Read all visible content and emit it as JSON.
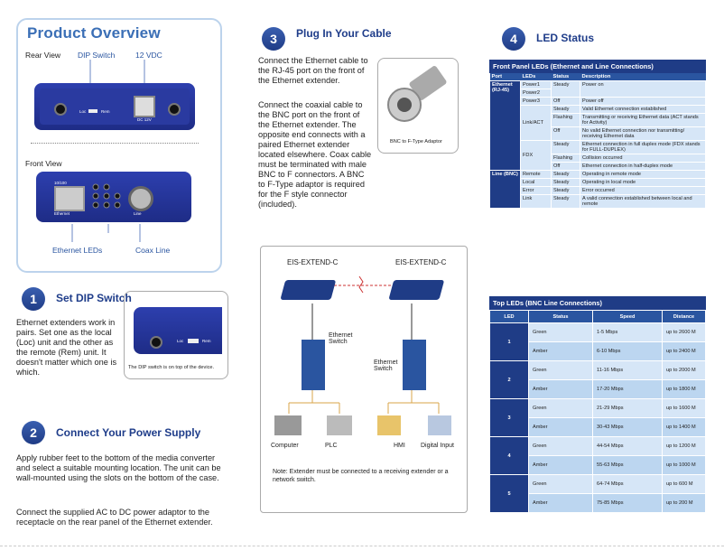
{
  "overview": {
    "title": "Product Overview",
    "rear_view": "Rear View",
    "dip_switch": "DIP Switch",
    "vdc": "12 VDC",
    "front_view": "Front View",
    "ethernet_leds": "Ethernet LEDs",
    "coax_line": "Coax Line",
    "rear_loc": "Loc",
    "rear_rem": "Rem",
    "rear_dc": "DC 12V",
    "front_port_num": "10/100",
    "front_ethernet": "Ethernet",
    "front_line": "Line"
  },
  "step1": {
    "num": "1",
    "title": "Set DIP Switch",
    "text": "Ethernet extenders work in pairs. Set one as the local (Loc) unit and the other as the remote (Rem) unit. It doesn't matter which one is which.",
    "caption": "The DIP switch is on top of the device.",
    "loc": "Loc",
    "rem": "Rem"
  },
  "step2": {
    "num": "2",
    "title": "Connect Your Power Supply",
    "text1": "Apply rubber feet to the bottom of the media converter and select a suitable mounting location. The unit can be wall-mounted using the slots on the bottom of the case.",
    "text2": "Connect the supplied AC to DC power adaptor to the receptacle on the rear panel of the Ethernet extender."
  },
  "step3": {
    "num": "3",
    "title": "Plug In Your Cable",
    "text1": "Connect the Ethernet cable to the RJ-45 port on the front of the Ethernet extender.",
    "text2": "Connect the coaxial cable to the BNC port on the front of the Ethernet extender. The opposite end connects with a paired Ethernet extender located elsewhere. Coax cable must be terminated with male BNC to F connectors. A BNC to F-Type adaptor is required for the F style connector (included).",
    "adaptor_caption": "BNC to F-Type Adaptor",
    "diagram": {
      "left_title": "EIS-EXTEND-C",
      "right_title": "EIS-EXTEND-C",
      "switch_left": "Ethernet Switch",
      "switch_right": "Ethernet Switch",
      "devices": [
        "Computer",
        "PLC",
        "HMI",
        "Digital Input"
      ],
      "note": "Note: Extender must be connected to a receiving extender or a network switch."
    }
  },
  "step4": {
    "num": "4",
    "title": "LED Status",
    "front_table": {
      "title": "Front Panel LEDs (Ethernet and Line Connections)",
      "headers": [
        "Port",
        "LEDs",
        "Status",
        "Description"
      ],
      "eth_port": "Ethernet (RJ-45)",
      "line_port": "Line (BNC)",
      "power": [
        "Power1",
        "Power2",
        "Power3"
      ],
      "power_rows": [
        [
          "Steady",
          "Power on"
        ],
        [
          "Off",
          "Power off"
        ]
      ],
      "link": "Link/ACT",
      "link_rows": [
        [
          "Steady",
          "Valid Ethernet connection established"
        ],
        [
          "Flashing",
          "Transmitting or receiving Ethernet data (ACT stands for Activity)"
        ],
        [
          "Off",
          "No valid Ethernet connection nor transmitting/ receiving Ethernet data"
        ]
      ],
      "fdx": "FDX",
      "fdx_rows": [
        [
          "Steady",
          "Ethernet connection in full duplex mode (FDX stands for FULL-DUPLEX)"
        ],
        [
          "Flashing",
          "Collision occurred"
        ],
        [
          "Off",
          "Ethernet connection in half-duplex mode"
        ]
      ],
      "line_rows": [
        [
          "Remote",
          "Steady",
          "Operating in remote mode"
        ],
        [
          "Local",
          "Steady",
          "Operating in local mode"
        ],
        [
          "Error",
          "Steady",
          "Error occurred"
        ]
      ],
      "link2": "Link",
      "link2_rows": [
        [
          "Steady",
          "A valid connection established between local and remote"
        ]
      ]
    },
    "top_table": {
      "title": "Top LEDs (BNC Line Connections)",
      "headers": [
        "LED",
        "Status",
        "Speed",
        "Distance"
      ],
      "rows": [
        {
          "led": "1",
          "items": [
            [
              "Green",
              "1-5 Mbps",
              "up to 2600 M"
            ],
            [
              "Amber",
              "6-10 Mbps",
              "up to 2400 M"
            ]
          ]
        },
        {
          "led": "2",
          "items": [
            [
              "Green",
              "11-16 Mbps",
              "up to 2000 M"
            ],
            [
              "Amber",
              "17-20 Mbps",
              "up to 1800 M"
            ]
          ]
        },
        {
          "led": "3",
          "items": [
            [
              "Green",
              "21-29 Mbps",
              "up to 1600 M"
            ],
            [
              "Amber",
              "30-43 Mbps",
              "up to 1400 M"
            ]
          ]
        },
        {
          "led": "4",
          "items": [
            [
              "Green",
              "44-54 Mbps",
              "up to 1200 M"
            ],
            [
              "Amber",
              "55-63 Mbps",
              "up to 1000 M"
            ]
          ]
        },
        {
          "led": "5",
          "items": [
            [
              "Green",
              "64-74 Mbps",
              "up to 600 M"
            ],
            [
              "Amber",
              "75-85 Mbps",
              "up to 200 M"
            ]
          ]
        }
      ]
    }
  },
  "colors": {
    "brand_blue": "#1f3c86",
    "accent": "#3b6fb6",
    "row_light": "#d6e6f7"
  }
}
